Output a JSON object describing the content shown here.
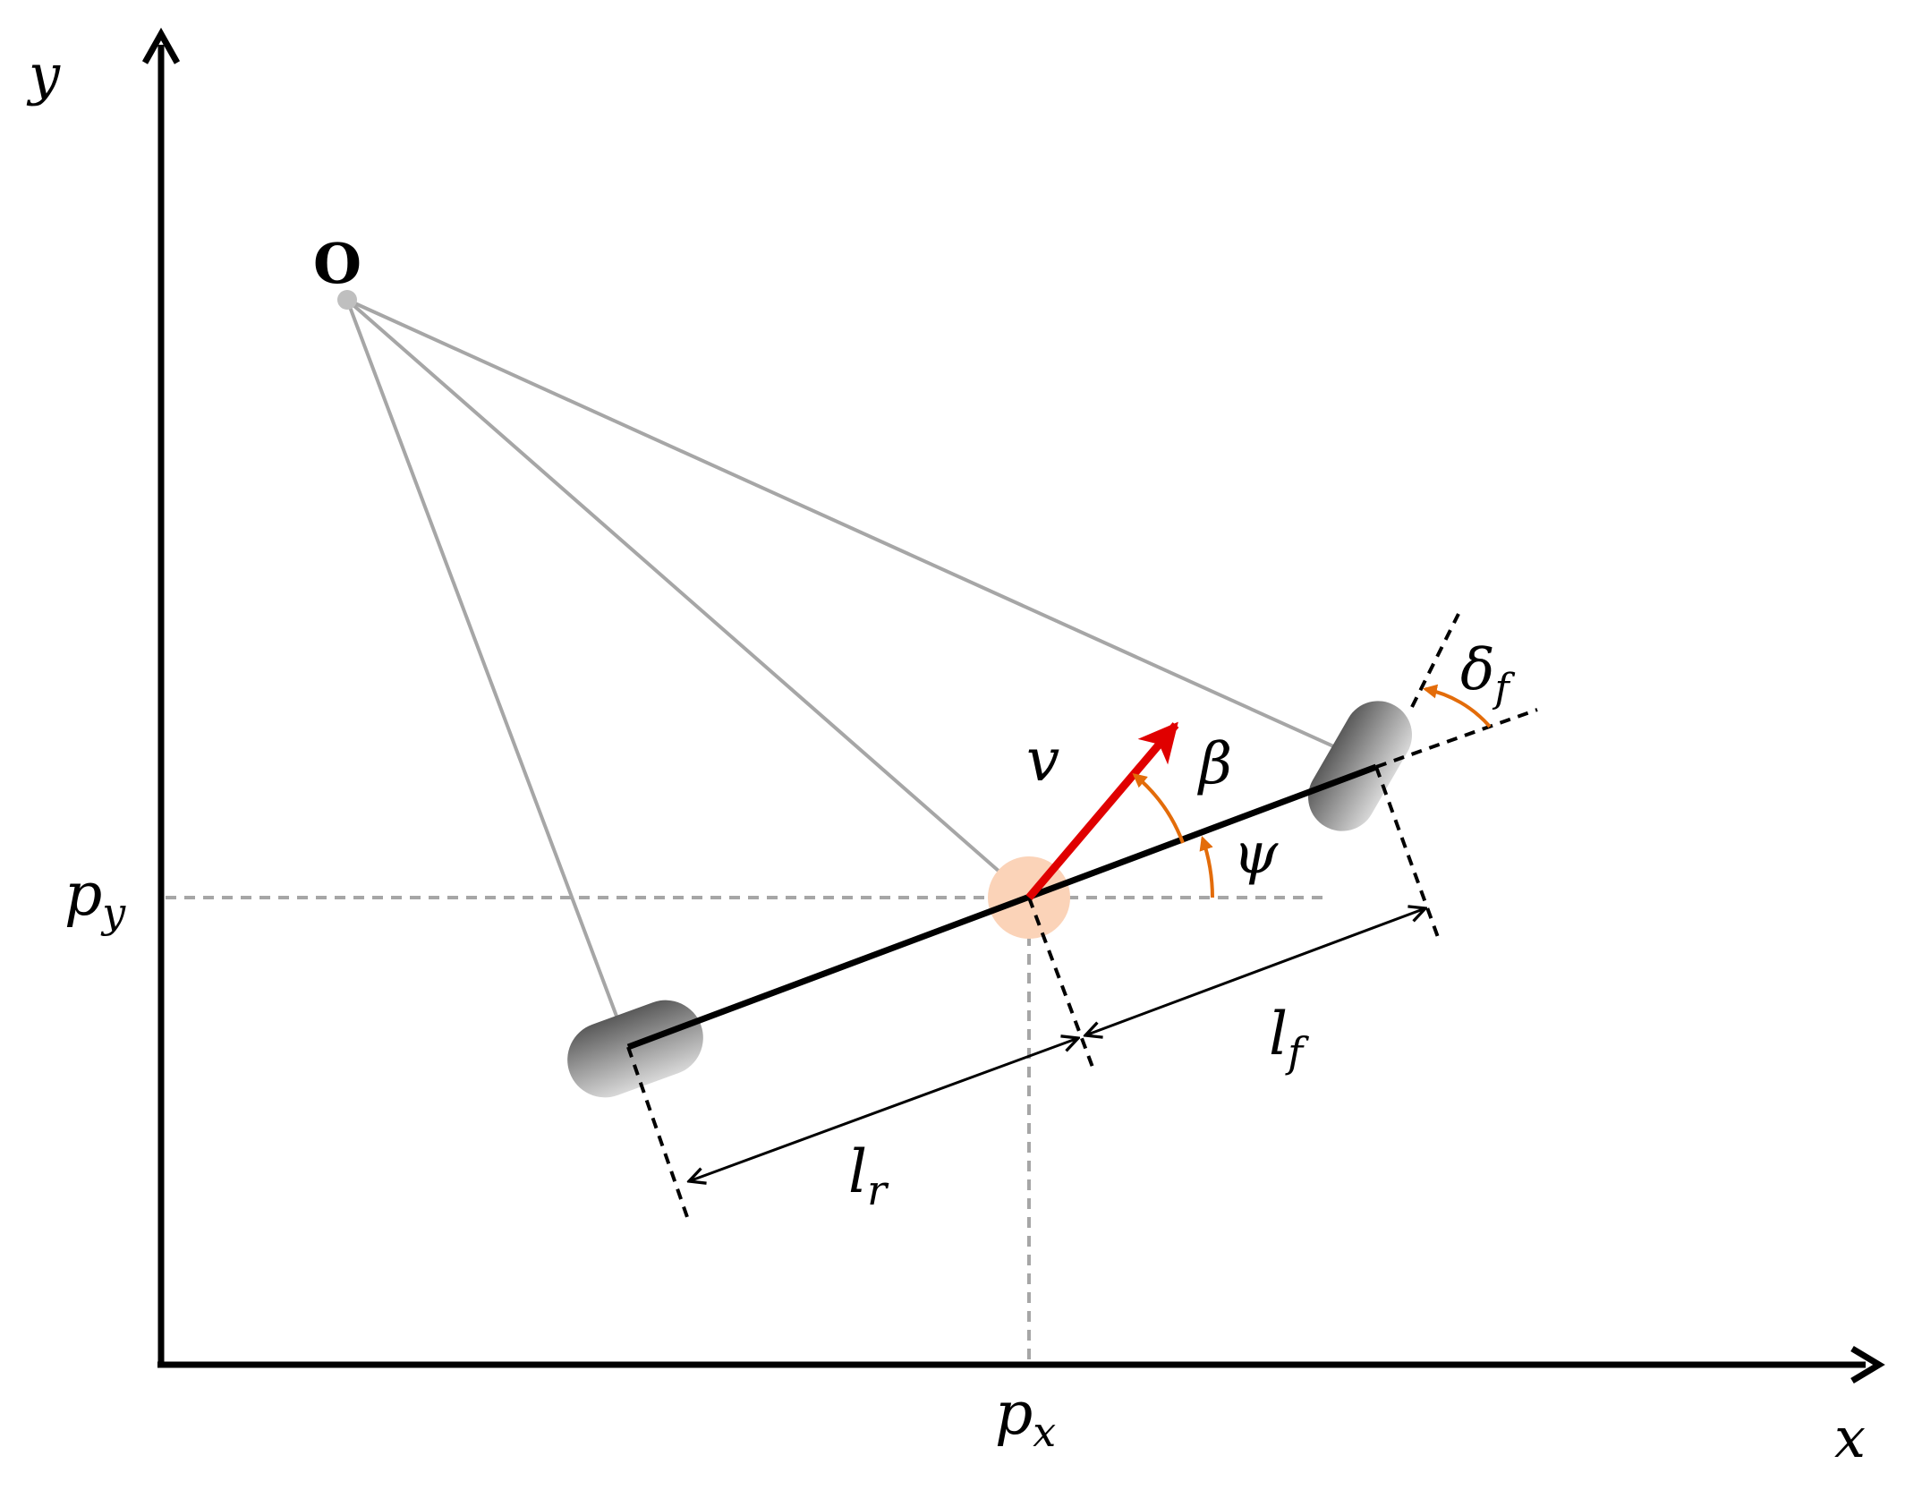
{
  "labels": {
    "y_axis": "y",
    "x_axis": "x",
    "origin_point": "O",
    "velocity": "v",
    "slip_angle": "β",
    "heading": "ψ",
    "steering": "δ",
    "steering_sub": "f",
    "p_y": "p",
    "p_y_sub": "y",
    "p_x": "p",
    "p_x_sub": "x",
    "l_r": "l",
    "l_r_sub": "r",
    "l_f": "l",
    "l_f_sub": "f"
  },
  "colors": {
    "axis": "#000000",
    "construction_lines": "#a6a6a6",
    "dashed_guides": "#a6a6a6",
    "velocity_arrow": "#e00000",
    "angle_arcs": "#e36c0a",
    "cg_marker": "#fbd3b8",
    "wheel": "#7f7f7f",
    "body": "#000000"
  },
  "icons": {
    "x_axis_arrow": "arrowhead-right",
    "y_axis_arrow": "arrowhead-up"
  }
}
